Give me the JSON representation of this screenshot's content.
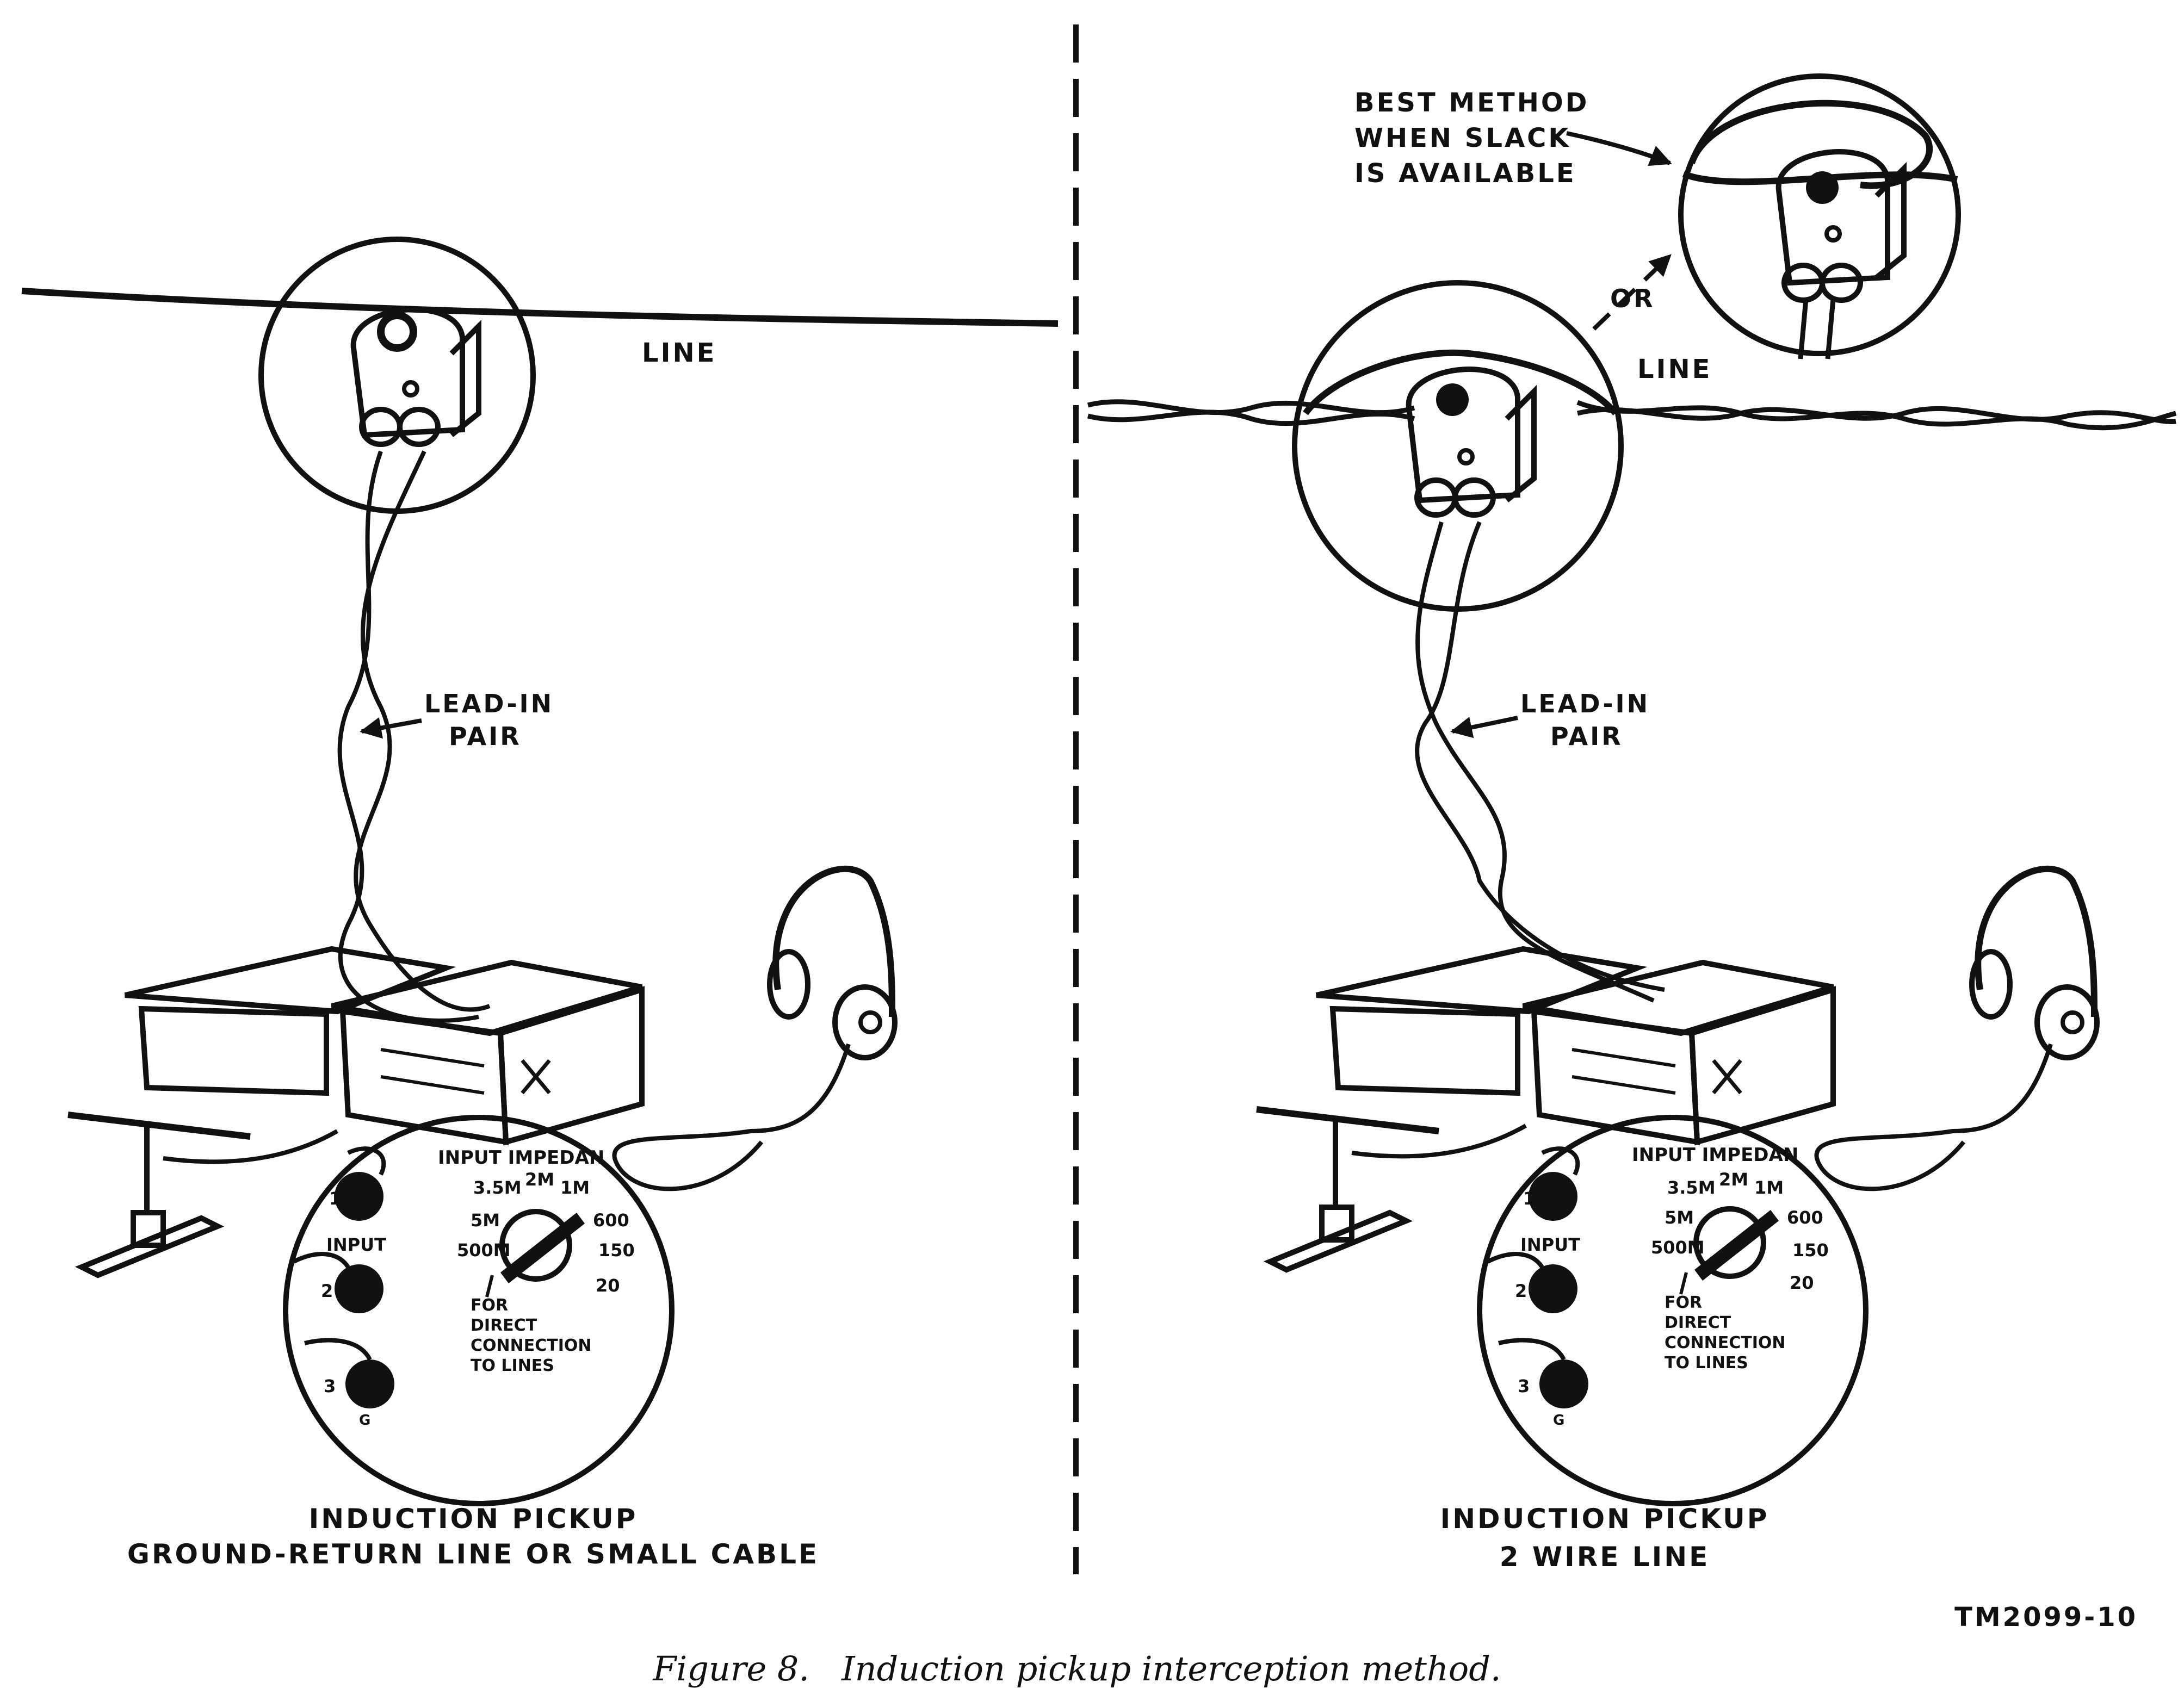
{
  "left_panel": {
    "line_label": "LINE",
    "leadin_label_1": "LEAD-IN",
    "leadin_label_2": "PAIR",
    "title_1": "INDUCTION  PICKUP",
    "title_2": "GROUND-RETURN  LINE  OR  SMALL  CABLE",
    "dial": {
      "header": "INPUT IMPEDAN",
      "marks": [
        "3.5M",
        "2M",
        "1M",
        "5M",
        "600",
        "500M",
        "150",
        "20"
      ],
      "note": [
        "FOR",
        "DIRECT",
        "CONNECTION",
        "TO LINES"
      ],
      "jack_labels": [
        "1",
        "INPUT",
        "2",
        "3",
        "G"
      ]
    }
  },
  "right_panel": {
    "best_method_1": "BEST  METHOD",
    "best_method_2": "WHEN  SLACK",
    "best_method_3": "IS  AVAILABLE",
    "or_label": "OR",
    "line_label": "LINE",
    "leadin_label_1": "LEAD-IN",
    "leadin_label_2": "PAIR",
    "title_1": "INDUCTION  PICKUP",
    "title_2": "2 WIRE  LINE",
    "dial": {
      "header": "INPUT IMPEDAN",
      "marks": [
        "3.5M",
        "2M",
        "1M",
        "5M",
        "600",
        "500M",
        "150",
        "20"
      ],
      "note": [
        "FOR",
        "DIRECT",
        "CONNECTION",
        "TO LINES"
      ],
      "jack_labels": [
        "1",
        "INPUT",
        "2",
        "3",
        "G"
      ]
    }
  },
  "figure_code": "TM2099-10",
  "caption": "Figure 8.   Induction pickup interception method."
}
